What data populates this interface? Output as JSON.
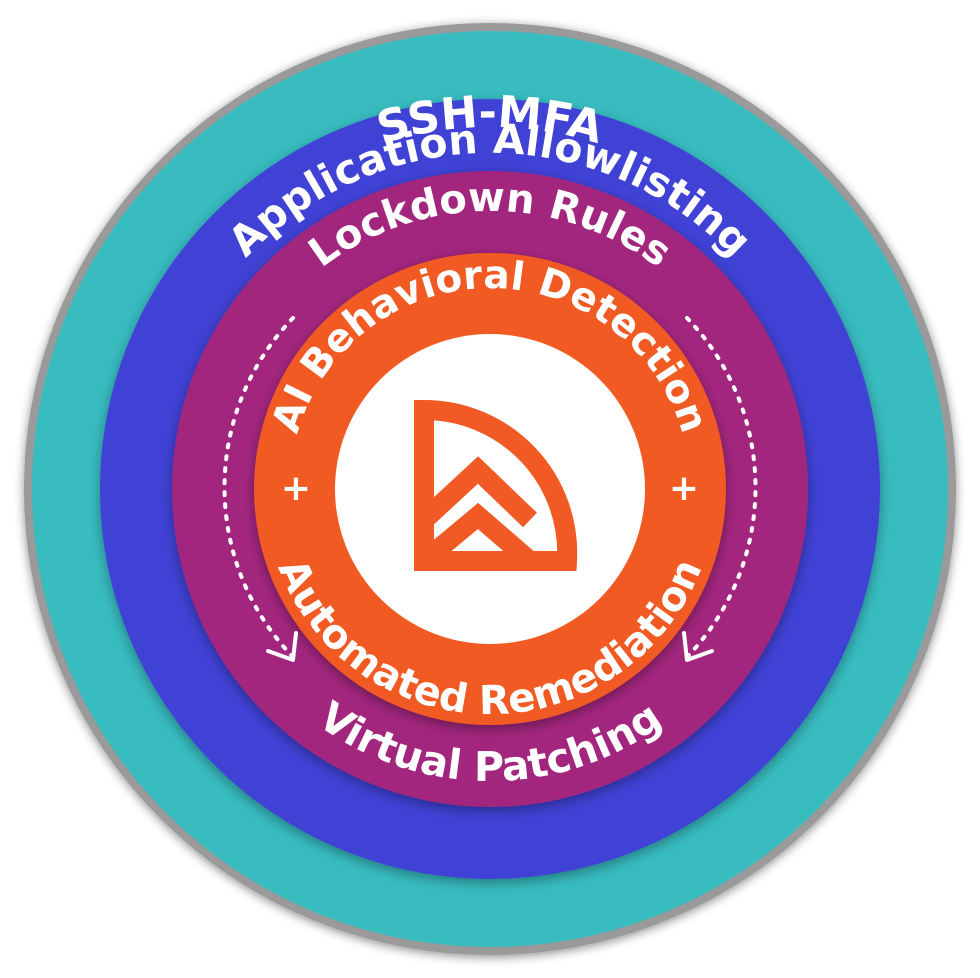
{
  "rings": {
    "outer": {
      "label": "SSH-MFA",
      "color": "#38bcc0"
    },
    "second": {
      "label": "Application Allowlisting",
      "color": "#3f43d6"
    },
    "third": {
      "label": "Lockdown Rules",
      "bottom_label": "Virtual Patching",
      "color": "#a3287e"
    },
    "fourth": {
      "top_label": "AI Behavioral Detection",
      "bottom_label": "Automated Remediation",
      "separator": "+",
      "color": "#f15a24"
    },
    "center": {
      "color": "#ffffff"
    }
  },
  "logo": {
    "icon": "quarter-circle-chevron-logo-icon",
    "color": "#f15a24"
  },
  "arrows": {
    "style": "dotted",
    "direction": "down",
    "color": "#ffffff"
  }
}
